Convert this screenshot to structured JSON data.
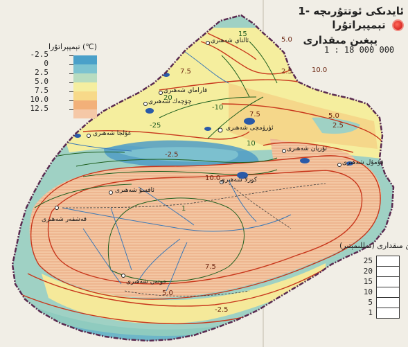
{
  "title": {
    "line1": "1- ئايدىكى ئوتتۇرىچە تېمپېراتۇرا",
    "line2": "يېغىن مىقدارى"
  },
  "scale": "1 : 18 000 000",
  "temperature_legend": {
    "title": "تېمپېراتۇرا (℃)",
    "items": [
      {
        "label": "-2.5",
        "color": "#4aa0c9"
      },
      {
        "label": "0",
        "color": "#7dc3d0"
      },
      {
        "label": "2.5",
        "color": "#b8dcc0"
      },
      {
        "label": "5.0",
        "color": "#f5eea0"
      },
      {
        "label": "7.5",
        "color": "#f7d989"
      },
      {
        "label": "10.0",
        "color": "#f2b079"
      },
      {
        "label": "12.5",
        "color": "#f5c8a7"
      }
    ]
  },
  "precipitation_legend": {
    "title": "يېغىن مىقدارى (مىللىمېتىر)",
    "items": [
      "25",
      "20",
      "15",
      "10",
      "5",
      "1"
    ]
  },
  "contour_labels": [
    "15",
    "5.0",
    "2.5",
    "7.5",
    "10.0",
    "20",
    "-10",
    "-25",
    "-2.5",
    "10",
    "5.0",
    "2.5",
    "7.5",
    "10.0",
    "7.5",
    "5.0",
    "-2.5",
    "1"
  ],
  "cities": [
    "ئۈرۈمچى شەھىرى",
    "تۇرپان شەھىرى",
    "قۇمۇل شەھىرى",
    "كورلا شەھىرى",
    "ئاقسۇ شەھىرى",
    "قەشقەر شەھىرى",
    "خوتەن شەھىرى",
    "غۇلجا شەھىرى",
    "ئالتاي شەھىرى",
    "چۆچەك شەھىرى",
    "قاراماي شەھىرى"
  ],
  "colors": {
    "border": "#5a2a50",
    "contour_temp": "#c8371c",
    "contour_precip": "#1d5e1d",
    "river": "#3a78b6",
    "lake": "#2a5aa8"
  }
}
